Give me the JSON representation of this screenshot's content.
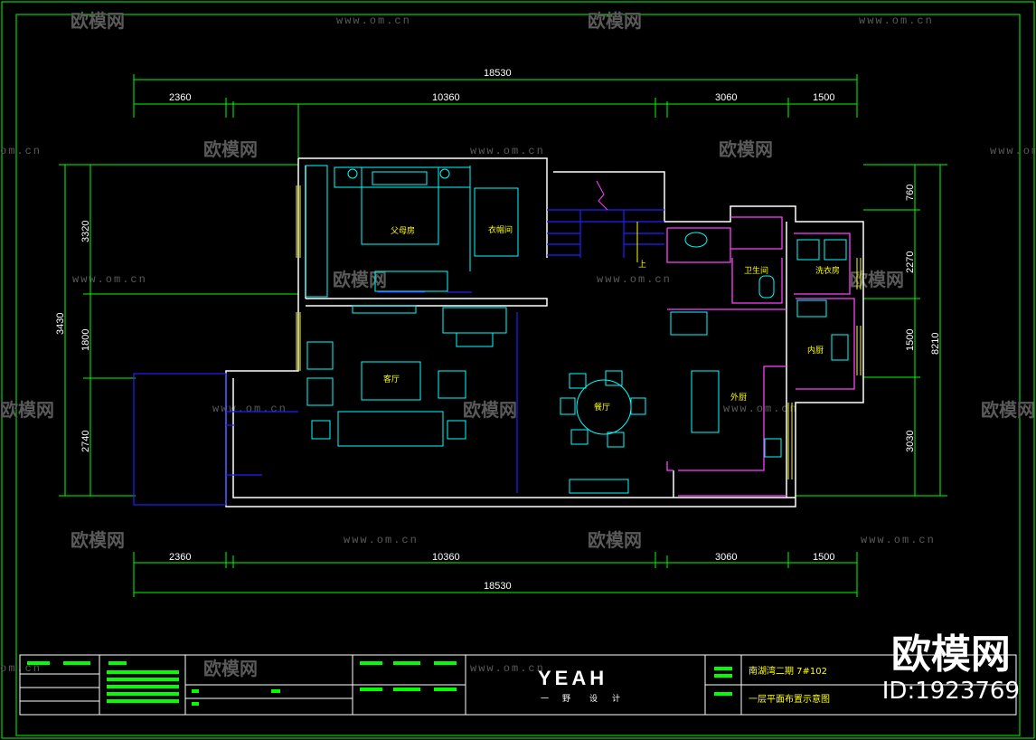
{
  "dimensions": {
    "top_total": "18530",
    "top_segments": [
      "2360",
      "10360",
      "3060",
      "1500"
    ],
    "bottom_segments": [
      "2360",
      "10360",
      "3060",
      "1500"
    ],
    "bottom_total": "18530",
    "left_total": "3430",
    "left_segments": [
      "3320",
      "1800",
      "2740"
    ],
    "right_total": "8210",
    "right_segments": [
      "760",
      "2270",
      "1500",
      "3030"
    ]
  },
  "rooms": {
    "parents_room": "父母房",
    "cloakroom": "衣帽间",
    "bathroom": "卫生间",
    "laundry": "洗衣房",
    "living_room": "客厅",
    "dining_room": "餐厅",
    "outer_kitchen": "外厨",
    "inner_kitchen": "内厨",
    "stair_up": "上"
  },
  "watermark": {
    "brand_cn": "欧模网",
    "url": "www.om.cn",
    "url_short": "om.cn"
  },
  "title_block": {
    "logo": "YEAH",
    "logo_sub": [
      "一",
      "野",
      "设",
      "计"
    ],
    "project_name": "南湖湾二期 7#102",
    "drawing_title": "一层平面布置示意图"
  },
  "brand_overlay": {
    "name": "欧模网",
    "id_text": "ID:1923769"
  },
  "colors": {
    "border": "#00ff00",
    "wall": "#ffffff",
    "furniture": "#00ffff",
    "blue_lines": "#2020ff",
    "magenta": "#ff40ff",
    "room_text": "#ffff00"
  }
}
